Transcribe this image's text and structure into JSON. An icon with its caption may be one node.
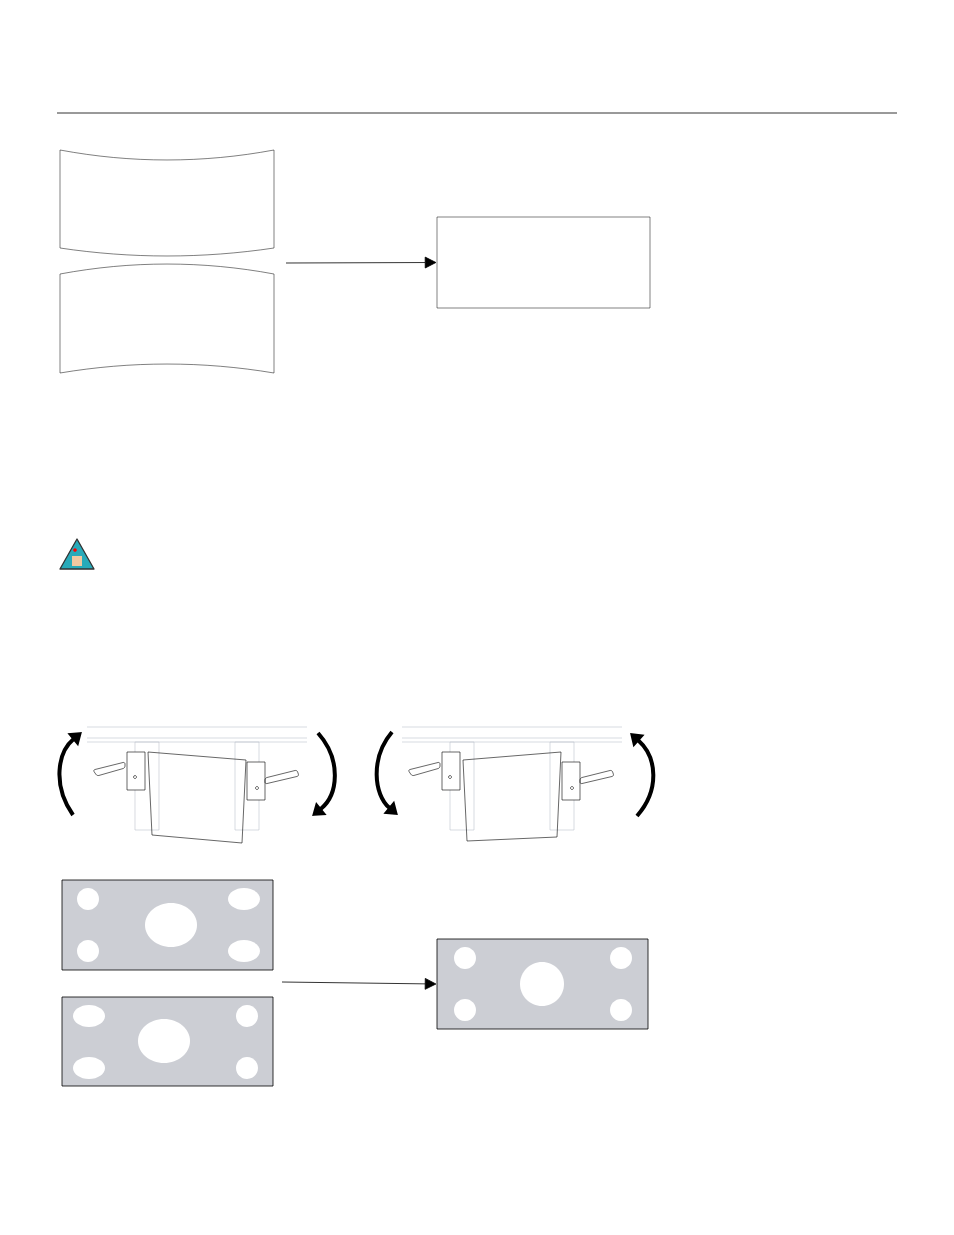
{
  "diagram": {
    "nodes": [
      {
        "text": [],
        "shape": "box"
      },
      {
        "text": [],
        "shape": "box"
      },
      {
        "text": [],
        "shape": "box"
      },
      {
        "text": [],
        "shape": "box"
      },
      {
        "text": [],
        "shape": "box"
      },
      {
        "text": [],
        "shape": "box"
      }
    ],
    "edges": [
      {
        "from": null,
        "to": 2,
        "arrow": "to"
      },
      {
        "from": null,
        "to": 5,
        "arrow": "to"
      }
    ]
  }
}
